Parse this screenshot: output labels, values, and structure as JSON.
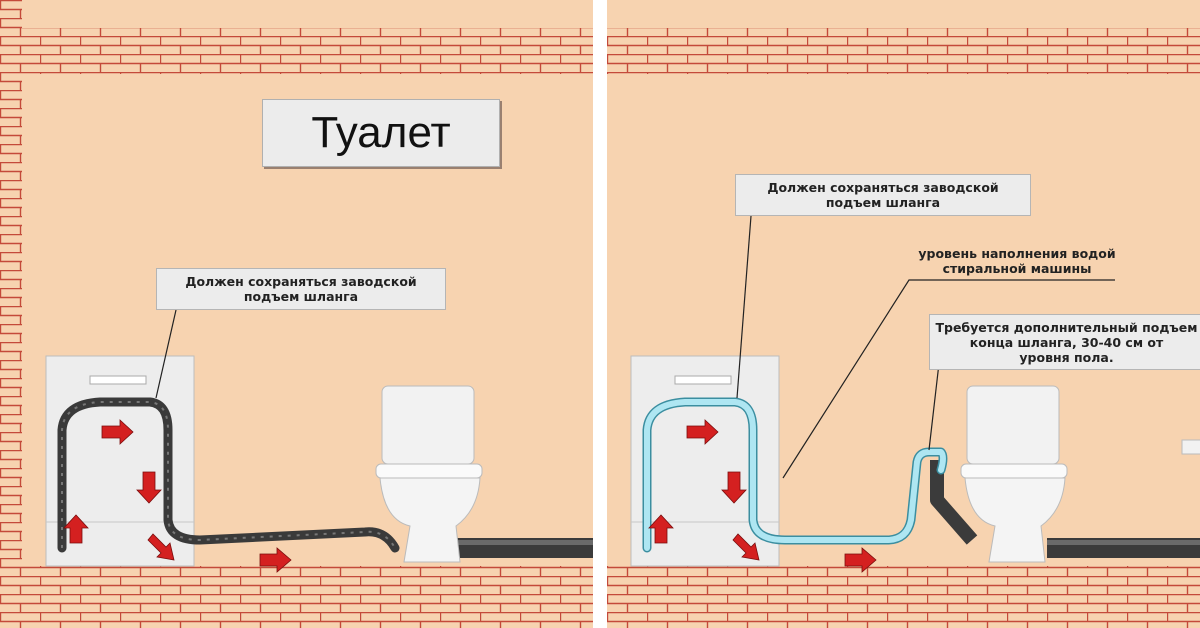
{
  "left_panel": {
    "title": "Туалет",
    "callout_hose_line1": "Должен сохраняться заводской",
    "callout_hose_line2": "подъем шланга"
  },
  "right_panel": {
    "callout_hose_line1": "Должен сохраняться заводской",
    "callout_hose_line2": "подъем шланга",
    "water_level_line1": "уровень наполнения водой",
    "water_level_line2": "стиральной машины",
    "extra_rise_line1": "Требуется дополнительный подъем",
    "extra_rise_line2": "конца шланга, 30-40  см от",
    "extra_rise_line3": "уровня пола."
  },
  "colors": {
    "wall": "#f7d3b0",
    "brick_mortar": "#c44a3a",
    "hose_left": "#3a3a3a",
    "hose_right": "#aee6f2",
    "arrow": "#d42020",
    "appliance": "#eeeeee"
  }
}
